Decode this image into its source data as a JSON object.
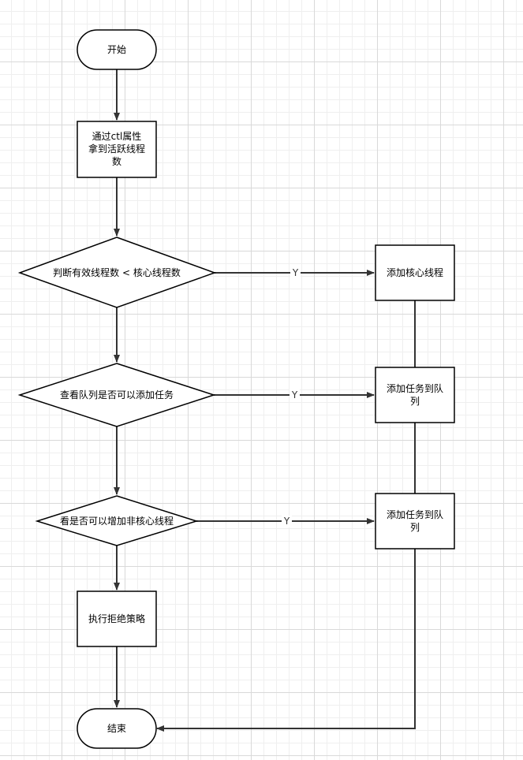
{
  "nodes": {
    "start": "开始",
    "get_count_l1": "通过ctl属性",
    "get_count_l2": "拿到活跃线程",
    "get_count_l3": "数",
    "check_core": "判断有效线程数 < 核心线程数",
    "add_core": "添加核心线程",
    "check_queue": "查看队列是否可以添加任务",
    "add_queue_l1": "添加任务到队",
    "add_queue_l2": "列",
    "check_noncore": "看是否可以增加非核心线程",
    "add_queue2_l1": "添加任务到队",
    "add_queue2_l2": "列",
    "reject": "执行拒绝策略",
    "end": "结束"
  },
  "edges": {
    "yes1": "Y",
    "yes2": "Y",
    "yes3": "Y"
  },
  "colors": {
    "stroke": "#000000",
    "edge": "#333333",
    "fill": "#ffffff"
  }
}
